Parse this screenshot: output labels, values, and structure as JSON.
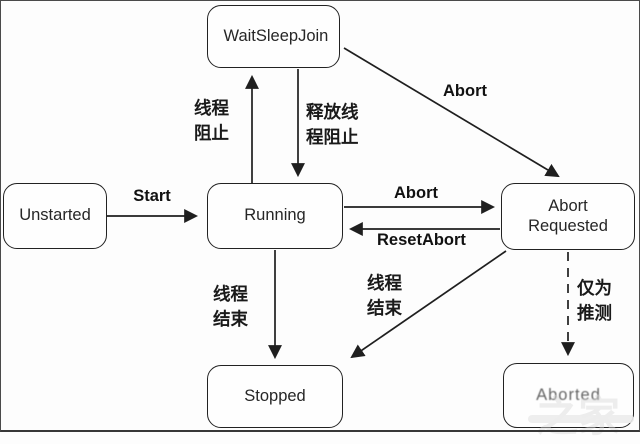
{
  "diagram": {
    "title_hint": "thread state diagram",
    "nodes": {
      "waitsleepjoin": {
        "label": "WaitSleepJoin"
      },
      "unstarted": {
        "label": "Unstarted"
      },
      "running": {
        "label": "Running"
      },
      "abort_requested": {
        "label": "Abort Requested"
      },
      "stopped": {
        "label": "Stopped"
      },
      "aborted": {
        "label": "Aborted"
      }
    },
    "edges": {
      "start": {
        "from": "Unstarted",
        "to": "Running",
        "label": "Start"
      },
      "thread_block": {
        "from": "Running",
        "to": "WaitSleepJoin",
        "label": "线程\n阻止"
      },
      "release_block": {
        "from": "WaitSleepJoin",
        "to": "Running",
        "label": "释放线\n程阻止"
      },
      "abort_from_wsj": {
        "from": "WaitSleepJoin",
        "to": "Abort Requested",
        "label": "Abort"
      },
      "abort_from_run": {
        "from": "Running",
        "to": "Abort Requested",
        "label": "Abort"
      },
      "reset_abort": {
        "from": "Abort Requested",
        "to": "Running",
        "label": "ResetAbort"
      },
      "thread_end_left": {
        "from": "Running",
        "to": "Stopped",
        "label": "线程\n结束"
      },
      "thread_end_right": {
        "from": "Abort Requested",
        "to": "Stopped",
        "label": "线程\n结束"
      },
      "speculation": {
        "from": "Abort Requested",
        "to": "Aborted",
        "label": "仅为\n推测",
        "style": "dashed"
      }
    },
    "watermark": {
      "text": "之家"
    },
    "colors": {
      "line": "#1f1f1f",
      "background": "#fdfdfd",
      "frame": "#4a4a4a",
      "watermark": "#d9d9d9"
    }
  }
}
